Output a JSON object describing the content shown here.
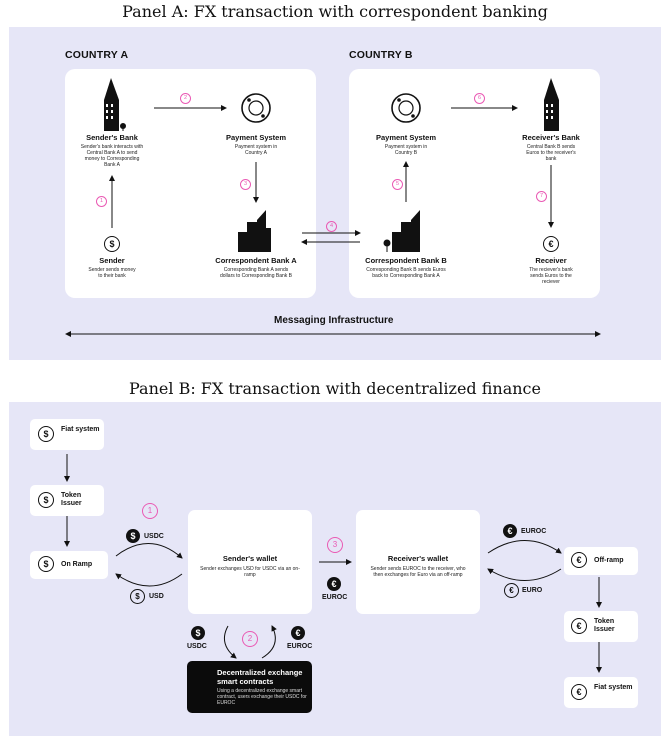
{
  "panel_a": {
    "title": "Panel A: FX transaction with correspondent banking",
    "country_a": "COUNTRY A",
    "country_b": "COUNTRY B",
    "senders_bank": {
      "name": "Sender's Bank",
      "desc": "Sender's bank interacts with Central Bank A to send money to Corresponding Bank A"
    },
    "payment_system_a": {
      "name": "Payment System",
      "desc": "Payment system in Country A"
    },
    "sender": {
      "name": "Sender",
      "desc": "Sender sends money to their bank"
    },
    "correspondent_a": {
      "name": "Correspondent Bank A",
      "desc": "Corresponding Bank A sends dollars to Corresponding Bank B"
    },
    "payment_system_b": {
      "name": "Payment System",
      "desc": "Payment system in Country B"
    },
    "receivers_bank": {
      "name": "Receiver's Bank",
      "desc": "Central Bank B sends Euros to the receiver's bank"
    },
    "correspondent_b": {
      "name": "Correspondent Bank B",
      "desc": "Corresponding Bank B sends Euros back to Corresponding Bank A"
    },
    "receiver": {
      "name": "Receiver",
      "desc": "The reciever's bank sends Euros to the reciever"
    },
    "steps": [
      "1",
      "2",
      "3",
      "4",
      "5",
      "6",
      "7"
    ],
    "messaging": "Messaging Infrastructure",
    "dollar_glyph": "$",
    "euro_glyph": "€"
  },
  "panel_b": {
    "title": "Panel B: FX transaction with decentralized finance",
    "fiat_left": "Fiat system",
    "token_issuer_left": "Token Issuer",
    "on_ramp": "On Ramp",
    "off_ramp": "Off-ramp",
    "token_issuer_right": "Token Issuer",
    "fiat_right": "Fiat system",
    "senders_wallet": {
      "name": "Sender's wallet",
      "desc": "Sender exchanges USD for USDC via an on-ramp"
    },
    "receivers_wallet": {
      "name": "Receiver's wallet",
      "desc": "Sender sends EUROC to the receiver, who then exchanges for Euro via an off-ramp"
    },
    "dex": {
      "name": "Decentralized exchange smart contracts",
      "desc": "Using a decentralized exchange smart contract, users exchange their USDC for EUROC"
    },
    "steps": [
      "1",
      "2",
      "3"
    ],
    "tokens": {
      "usdc": "USDC",
      "usd": "USD",
      "euroc": "EUROC",
      "euro": "EURO"
    },
    "dollar_glyph": "$",
    "euro_glyph": "€"
  }
}
